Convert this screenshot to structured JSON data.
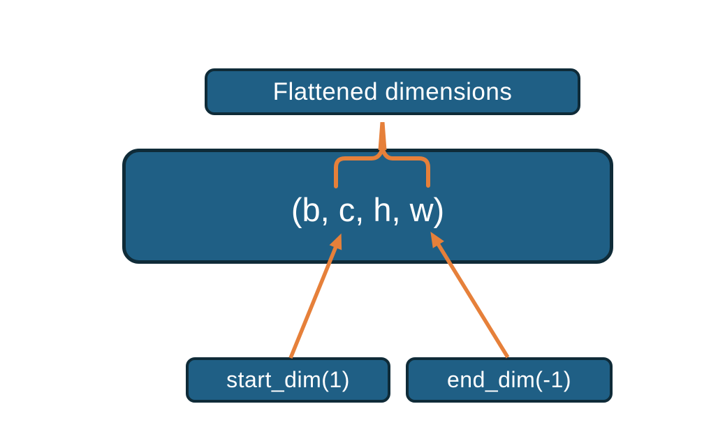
{
  "colors": {
    "box_fill": "#1f5f85",
    "box_border": "#0f2b38",
    "accent_orange": "#e6803a",
    "text_color": "#ffffff",
    "background": "#ffffff"
  },
  "diagram": {
    "flattened_label": "Flattened dimensions",
    "tensor_shape": "(b, c, h, w)",
    "start_dim_label": "start_dim(1)",
    "end_dim_label": "end_dim(-1)"
  }
}
